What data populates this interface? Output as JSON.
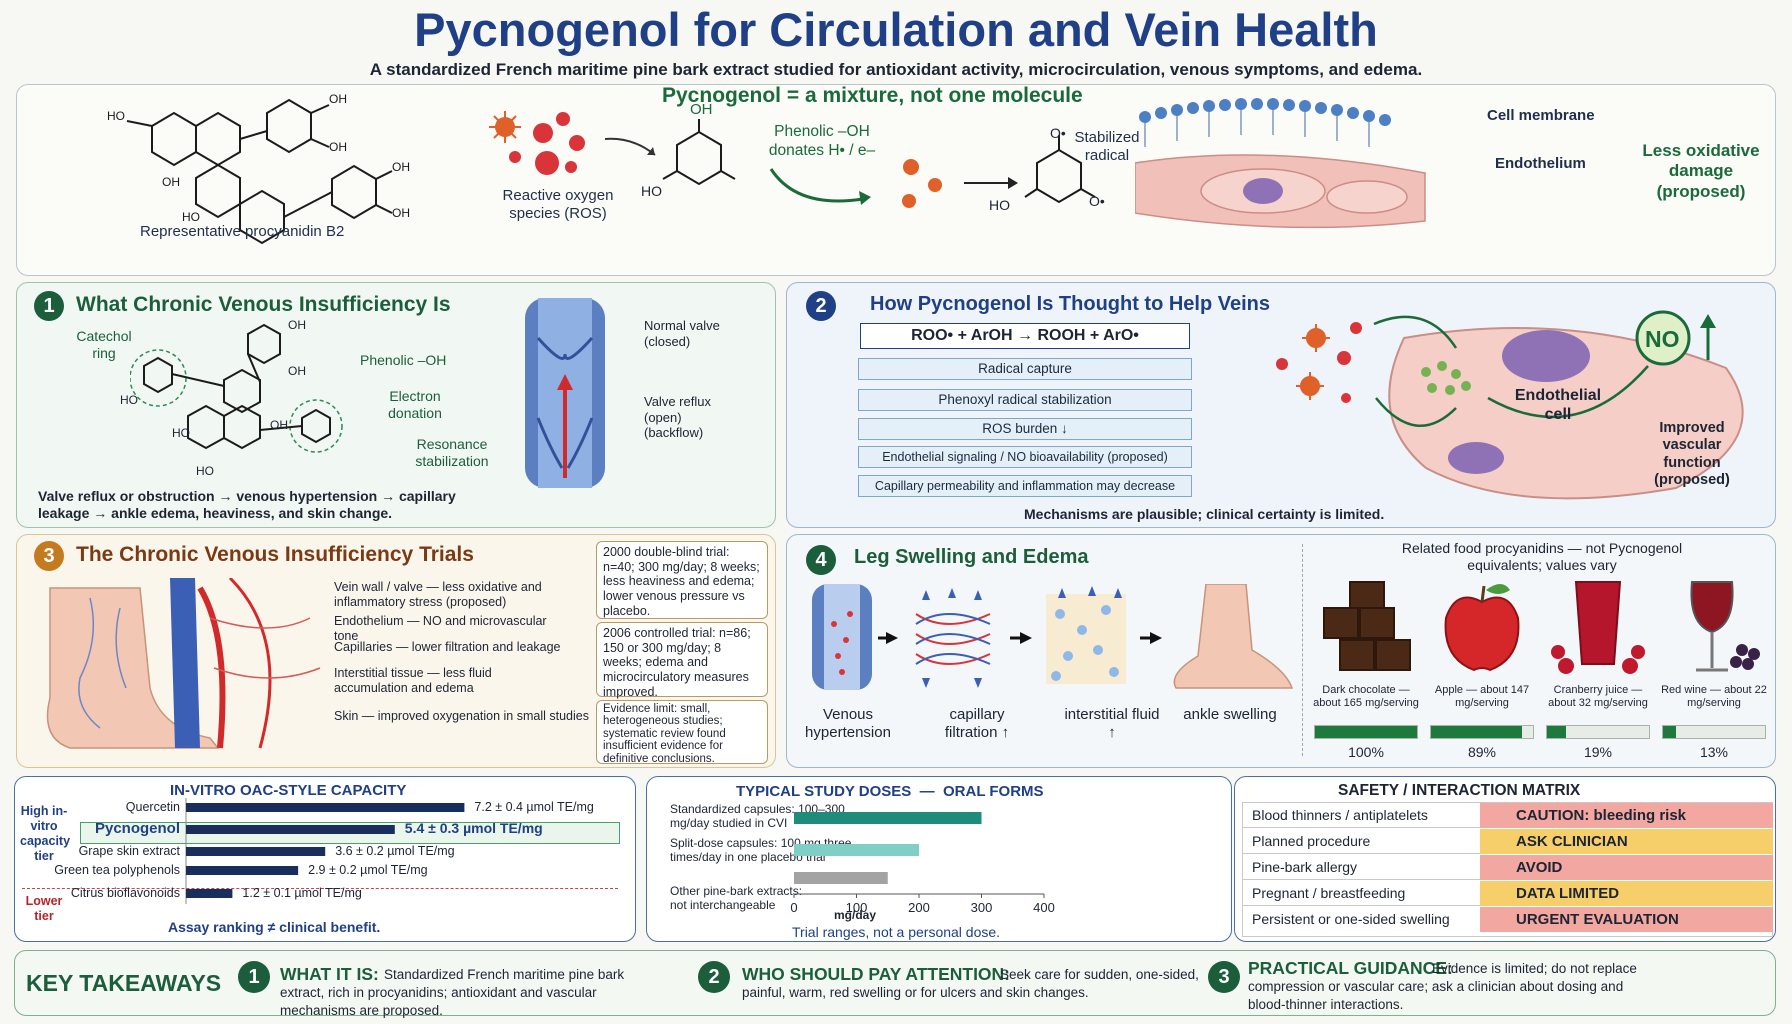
{
  "header": {
    "title": "Pycnogenol for Circulation and Vein Health",
    "subtitle": "A standardized French maritime pine bark extract studied for antioxidant activity, microcirculation, venous symptoms, and edema."
  },
  "top": {
    "heading": "Pycnogenol = a mixture, not one molecule",
    "molecule_caption": "Representative procyanidin B2",
    "ho": "HO",
    "oh": "OH",
    "ros_label": "Reactive oxygen species (ROS)",
    "phenolic_label": "Phenolic –OH donates H• / e–",
    "stabilized_label": "Stabilized radical",
    "cell_membrane": "Cell membrane",
    "endothelium": "Endothelium",
    "less_damage": "Less oxidative damage (proposed)",
    "o_radical": "O•"
  },
  "s1": {
    "num": "1",
    "title": "What Chronic Venous Insufficiency Is",
    "catechol": "Catechol ring",
    "phenolic": "Phenolic –OH",
    "electron": "Electron donation",
    "resonance": "Resonance stabilization",
    "normal_valve": "Normal valve (closed)",
    "valve_reflux": "Valve reflux (open) (backflow)",
    "caption": "Valve reflux or obstruction → venous hypertension → capillary leakage → ankle edema, heaviness, and skin change."
  },
  "s2": {
    "num": "2",
    "title": "How Pycnogenol Is Thought to Help Veins",
    "equation": "ROO• + ArOH → ROOH + ArO•",
    "steps": [
      "Radical capture",
      "Phenoxyl radical stabilization",
      "ROS burden ↓",
      "Endothelial signaling / NO bioavailability (proposed)",
      "Capillary permeability and inflammation may decrease"
    ],
    "cell_label": "Endothelial cell",
    "no_label": "NO",
    "improved": "Improved vascular function (proposed)",
    "footer": "Mechanisms are plausible; clinical certainty is limited."
  },
  "s3": {
    "num": "3",
    "title": "The Chronic  Venous Insufficiency Trials",
    "labels": [
      "Vein wall / valve — less oxidative and inflammatory stress (proposed)",
      "Endothelium — NO and microvascular tone",
      "Capillaries — lower filtration and leakage",
      "Interstitial tissue — less fluid accumulation and edema",
      "Skin — improved oxygenation in small studies"
    ],
    "trial1": "2000 double-blind trial: n=40; 300 mg/day; 8 weeks; less heaviness and edema; lower venous pressure vs placebo.",
    "trial2": "2006 controlled trial: n=86; 150 or 300 mg/day; 8 weeks; edema and microcirculatory measures improved.",
    "evidence": "Evidence limit: small, heterogeneous studies; systematic review found insufficient evidence for definitive conclusions."
  },
  "s4": {
    "num": "4",
    "title": "Leg Swelling and Edema",
    "steps": [
      "Venous hypertension",
      "capillary filtration ↑",
      "interstitial fluid ↑",
      "ankle swelling"
    ],
    "foods_heading": "Related food procyanidins — not Pycnogenol equivalents; values vary",
    "foods": [
      {
        "name": "Dark chocolate — about 165 mg/serving",
        "pct_label": "100%",
        "pct": 100
      },
      {
        "name": "Apple — about 147 mg/serving",
        "pct_label": "89%",
        "pct": 89
      },
      {
        "name": "Cranberry juice — about 32 mg/serving",
        "pct_label": "19%",
        "pct": 19
      },
      {
        "name": "Red wine — about 22 mg/serving",
        "pct_label": "13%",
        "pct": 13
      }
    ]
  },
  "oac": {
    "title": "IN-VITRO OAC-STYLE CAPACITY",
    "high_tier": "High in-vitro capacity tier",
    "lower_tier": "Lower tier",
    "footer": "Assay ranking ≠ clinical benefit.",
    "chart_data": {
      "type": "bar",
      "categories": [
        "Quercetin",
        "Pycnogenol",
        "Grape skin extract",
        "Green tea polyphenols",
        "Citrus bioflavonoids"
      ],
      "values": [
        7.2,
        5.4,
        3.6,
        2.9,
        1.2
      ],
      "value_labels": [
        "7.2 ± 0.4 µmol TE/mg",
        "5.4 ± 0.3 µmol TE/mg",
        "3.6 ± 0.2 µmol TE/mg",
        "2.9 ± 0.2 µmol TE/mg",
        "1.2 ± 0.1 µmol TE/mg"
      ],
      "xlim": [
        0,
        9
      ]
    }
  },
  "doses": {
    "title": "TYPICAL STUDY DOSES  —  ORAL FORMS",
    "unit": "mg/day",
    "footer": "Trial ranges, not a personal dose.",
    "chart_data": {
      "type": "bar",
      "categories": [
        "Standardized capsules: 100–300 mg/day studied in CVI",
        "Split-dose capsules: 100 mg three times/day in one placebo trial",
        "Other pine-bark extracts: not interchangeable"
      ],
      "values": [
        300,
        200,
        150
      ],
      "ticks": [
        "0",
        "100",
        "200",
        "300",
        "400"
      ],
      "xlim": [
        0,
        400
      ],
      "colors": [
        "#1f8b7a",
        "#7fcfc7",
        "#a3a3a3"
      ]
    }
  },
  "safety": {
    "title": "SAFETY / INTERACTION MATRIX",
    "rows": [
      {
        "label": "Blood thinners / antiplatelets",
        "value": "CAUTION: bleeding risk",
        "color": "#f3a7a1"
      },
      {
        "label": "Planned procedure",
        "value": "ASK CLINICIAN",
        "color": "#f6cf6a"
      },
      {
        "label": "Pine-bark allergy",
        "value": "AVOID",
        "color": "#f3a7a1"
      },
      {
        "label": "Pregnant / breastfeeding",
        "value": "DATA LIMITED",
        "color": "#f6cf6a"
      },
      {
        "label": "Persistent or one-sided swelling",
        "value": "URGENT EVALUATION",
        "color": "#f3a7a1"
      }
    ]
  },
  "takeaways": {
    "heading": "KEY TAKEAWAYS",
    "items": [
      {
        "num": "1",
        "title": "WHAT IT IS:",
        "text": "Standardized French maritime pine bark extract, rich in procyanidins; antioxidant and vascular mechanisms are proposed."
      },
      {
        "num": "2",
        "title": "WHO SHOULD PAY ATTENTION:",
        "text": "Seek care for sudden, one-sided, painful, warm, red swelling or for ulcers and skin changes."
      },
      {
        "num": "3",
        "title": "PRACTICAL GUIDANCE:",
        "text": "Evidence is limited; do not replace compression or vascular care; ask a clinician about dosing and blood-thinner interactions."
      }
    ]
  }
}
